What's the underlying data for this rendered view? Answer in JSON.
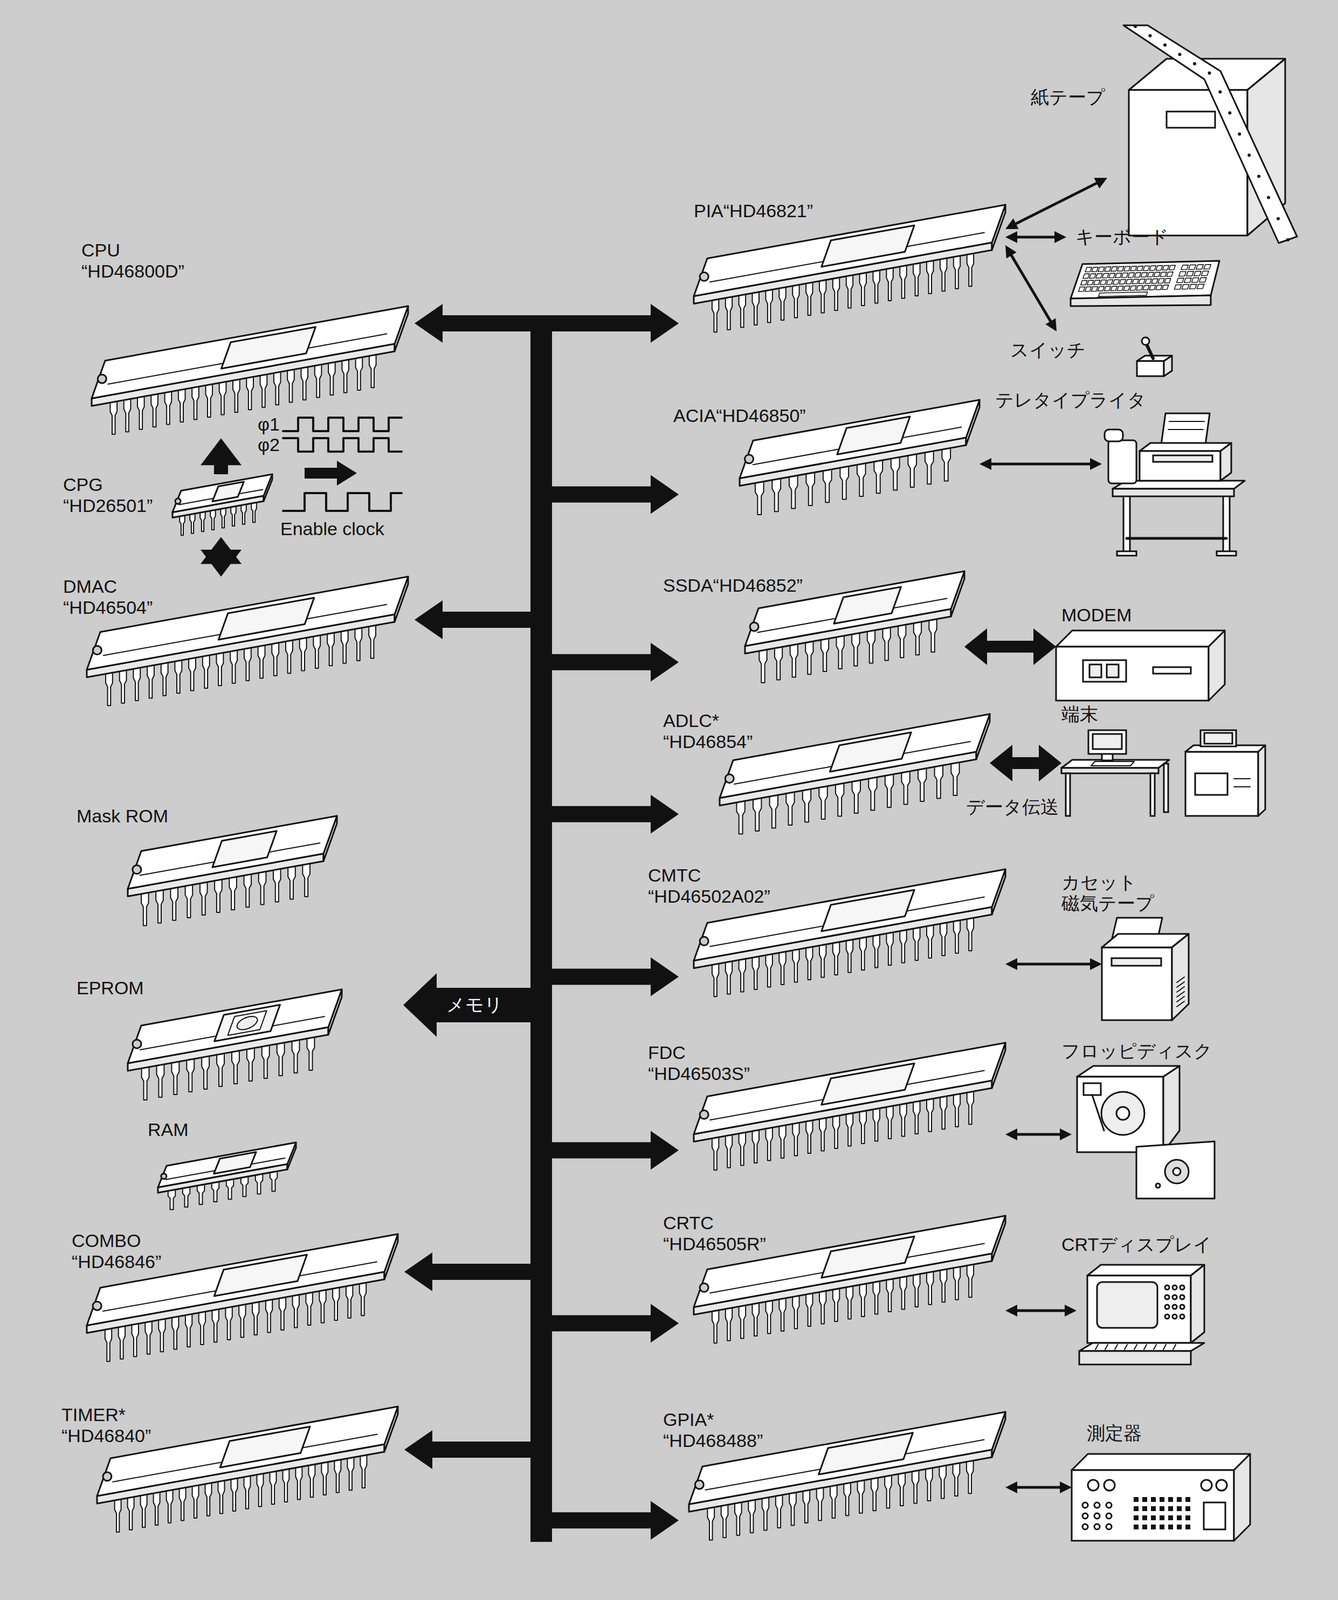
{
  "diagram": {
    "nodes": [
      {
        "text": [
          "CPU “HD46800D”"
        ]
      },
      {
        "text": [
          "CPG “HD26501”"
        ]
      },
      {
        "text": [
          "DMAC “HD46504”"
        ]
      },
      {
        "text": [
          "Mask ROM"
        ]
      },
      {
        "text": [
          "EPROM"
        ]
      },
      {
        "text": [
          "RAM"
        ]
      },
      {
        "text": [
          "COMBO “HD46846”"
        ]
      },
      {
        "text": [
          "TIMER* “HD46840”"
        ]
      },
      {
        "text": [
          "PIA“HD46821”"
        ]
      },
      {
        "text": [
          "ACIA“HD46850”"
        ]
      },
      {
        "text": [
          "SSDA“HD46852”"
        ]
      },
      {
        "text": [
          "ADLC* “HD46854”"
        ]
      },
      {
        "text": [
          "CMTC “HD46502A02”"
        ]
      },
      {
        "text": [
          "FDC “HD46503S”"
        ]
      },
      {
        "text": [
          "CRTC “HD46505R”"
        ]
      },
      {
        "text": [
          "GPIA* “HD468488”"
        ]
      },
      {
        "text": [
          "紙テープ"
        ]
      },
      {
        "text": [
          "キーボード"
        ]
      },
      {
        "text": [
          "スイッチ"
        ]
      },
      {
        "text": [
          "テレタイプライタ"
        ]
      },
      {
        "text": [
          "MODEM"
        ]
      },
      {
        "text": [
          "端末"
        ]
      },
      {
        "text": [
          "カセット 磁気テープ"
        ]
      },
      {
        "text": [
          "フロッピディスク"
        ]
      },
      {
        "text": [
          "CRTディスプレイ"
        ]
      },
      {
        "text": [
          "測定器"
        ]
      }
    ],
    "edges": [
      {
        "from": 1,
        "to": 0,
        "arrow": "to"
      },
      {
        "from": 1,
        "to": 2,
        "arrow": "both"
      },
      {
        "from": 8,
        "to": 16,
        "arrow": "both"
      },
      {
        "from": 8,
        "to": 17,
        "arrow": "both"
      },
      {
        "from": 8,
        "to": 18,
        "arrow": "both"
      },
      {
        "from": 9,
        "to": 19,
        "arrow": "both"
      },
      {
        "from": 10,
        "to": 20,
        "arrow": "both"
      },
      {
        "from": 11,
        "to": 21,
        "label": "データ伝送",
        "arrow": "both"
      },
      {
        "from": 12,
        "to": 22,
        "arrow": "both"
      },
      {
        "from": 13,
        "to": 23,
        "arrow": "both"
      },
      {
        "from": 14,
        "to": 24,
        "arrow": "both"
      },
      {
        "from": 15,
        "to": 25,
        "arrow": "both"
      }
    ],
    "labels": [
      "φ1",
      "φ2",
      "Enable clock",
      "メモリ"
    ]
  }
}
